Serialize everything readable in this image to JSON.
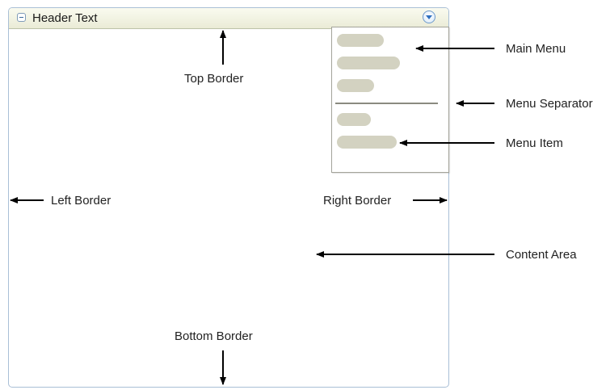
{
  "panel": {
    "header_text": "Header Text"
  },
  "labels": {
    "top_border": "Top Border",
    "bottom_border": "Bottom Border",
    "left_border": "Left Border",
    "right_border": "Right Border",
    "content_area": "Content Area",
    "main_menu": "Main Menu",
    "menu_separator": "Menu Separator",
    "menu_item": "Menu Item"
  },
  "icons": {
    "collapse": "collapse-icon",
    "dropdown": "dropdown-icon"
  },
  "colors": {
    "panel_border": "#a9bfd6",
    "header_background": "#eaebd6",
    "menu_item_placeholder": "#d3d2c1",
    "arrow": "#000000"
  }
}
